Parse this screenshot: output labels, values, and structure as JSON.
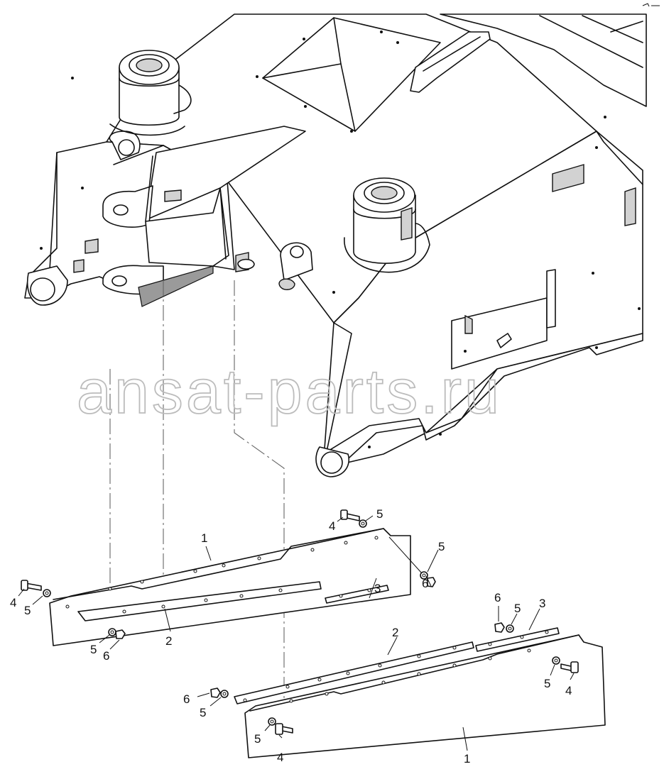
{
  "watermark": "ansat-parts.ru",
  "callouts": {
    "top_left_panel": {
      "panel": "1",
      "strip": "2",
      "short_strip": "3",
      "bolt_left": "4",
      "washer_left": "5",
      "washer_low": "5",
      "nut_low": "6",
      "bolt_top": "4",
      "washer_top": "5",
      "washer_right": "5",
      "nut_right": "6"
    },
    "bottom_right_panel": {
      "panel": "1",
      "strip": "2",
      "short_strip": "3",
      "nut_top": "6",
      "washer_top": "5",
      "washer_right": "5",
      "bolt_right": "4",
      "nut_left": "6",
      "washer_left": "5",
      "washer_low": "5",
      "bolt_low": "4"
    }
  },
  "icons": {
    "corner_mark": "page-corner-icon"
  }
}
